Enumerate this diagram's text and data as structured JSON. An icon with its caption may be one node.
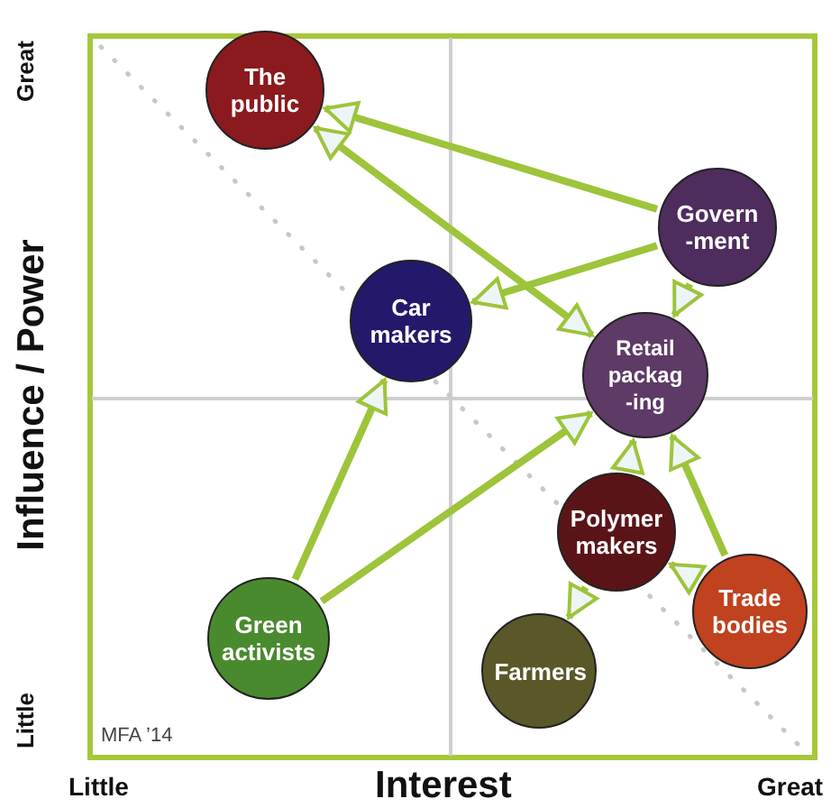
{
  "diagram": {
    "nodes": [
      {
        "text": [
          "The public"
        ]
      },
      {
        "text": [
          "Govern -ment"
        ]
      },
      {
        "text": [
          "Car makers"
        ]
      },
      {
        "text": [
          "Retail packag -ing"
        ]
      },
      {
        "text": [
          "Polymer makers"
        ]
      },
      {
        "text": [
          "Green activists"
        ]
      },
      {
        "text": [
          "Trade bodies"
        ]
      },
      {
        "text": [
          "Farmers"
        ]
      }
    ],
    "edges": [
      {
        "from": 1,
        "to": 0,
        "arrow": "to"
      },
      {
        "from": 0,
        "to": 3,
        "arrow": "both"
      },
      {
        "from": 1,
        "to": 2,
        "arrow": "to"
      },
      {
        "from": 1,
        "to": 3,
        "arrow": "to"
      },
      {
        "from": 5,
        "to": 2,
        "arrow": "to"
      },
      {
        "from": 5,
        "to": 3,
        "arrow": "to"
      },
      {
        "from": 4,
        "to": 3,
        "arrow": "to"
      },
      {
        "from": 6,
        "to": 3,
        "arrow": "to"
      },
      {
        "from": 6,
        "to": 4,
        "arrow": "to"
      },
      {
        "from": 4,
        "to": 7,
        "arrow": "to"
      }
    ],
    "labels": [
      "Great",
      "Influence / Power",
      "Little",
      "MFA ’14",
      "Little",
      "Interest",
      "Great"
    ]
  }
}
